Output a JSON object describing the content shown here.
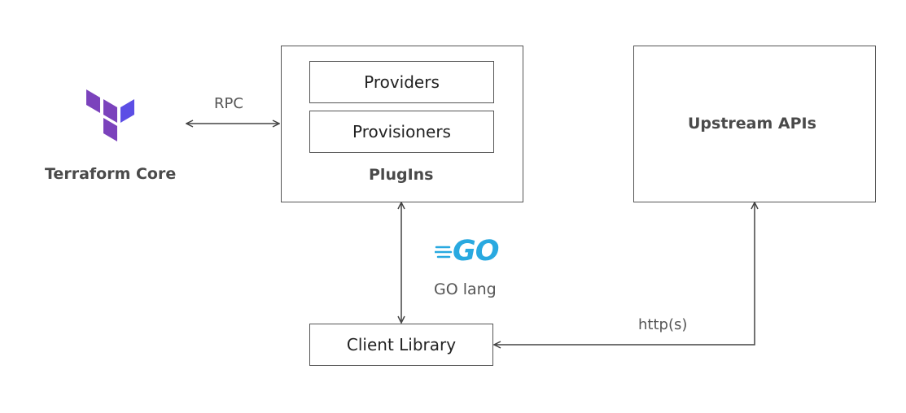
{
  "terraform_core": {
    "label": "Terraform Core",
    "icon": "terraform-logo-icon",
    "color": "#7B42BC"
  },
  "rpc_label": "RPC",
  "plugins": {
    "title": "PlugIns",
    "providers_label": "Providers",
    "provisioners_label": "Provisioners"
  },
  "upstream": {
    "title": "Upstream APIs"
  },
  "go": {
    "logo_text": "GO",
    "label": "GO lang",
    "icon": "go-gopher-logo-icon",
    "color": "#29A9E0"
  },
  "client_library": {
    "label": "Client Library"
  },
  "http_label": "http(s)"
}
